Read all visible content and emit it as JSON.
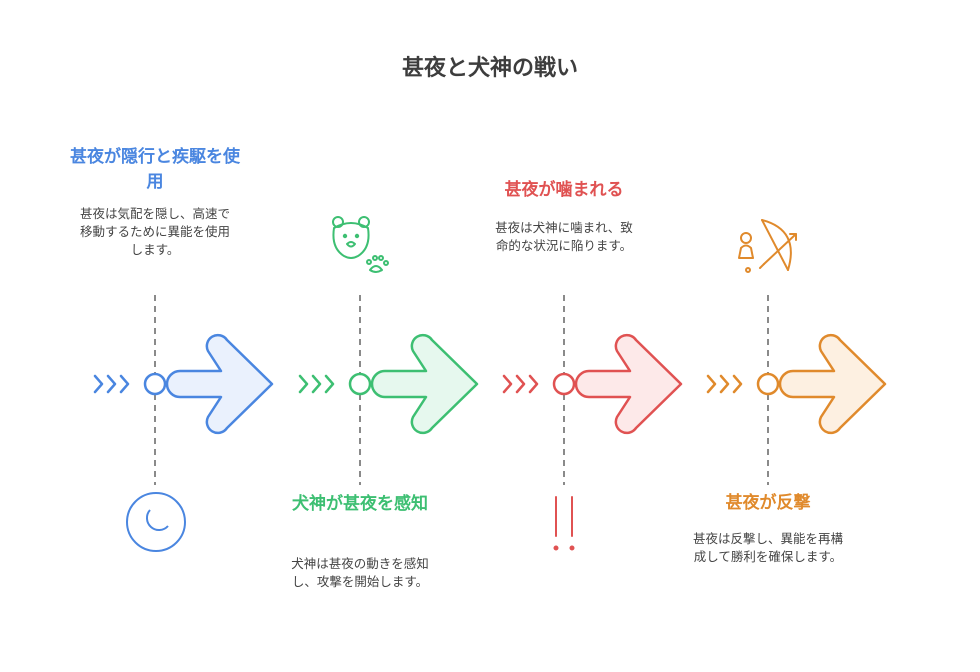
{
  "title": "甚夜と犬神の戦い",
  "colors": {
    "stage1": "#4a86e0",
    "stage2": "#3dbf72",
    "stage3": "#e05252",
    "stage4": "#e08a2c",
    "connector": "#8a8a8a",
    "title": "#3d3d3d",
    "text": "#444444"
  },
  "stages": [
    {
      "heading": "甚夜が隠行と疾駆を使用",
      "description": "甚夜は気配を隠し、高速で移動するために異能を使用します。",
      "icon": "crescent-moon-icon"
    },
    {
      "heading": "犬神が甚夜を感知",
      "description": "犬神は甚夜の動きを感知し、攻撃を開始します。",
      "icon": "bear-face-with-paw-icon"
    },
    {
      "heading": "甚夜が噛まれる",
      "description": "甚夜は犬神に噛まれ、致命的な状況に陥ります。",
      "icon": "exclamation-marks-icon"
    },
    {
      "heading": "甚夜が反撃",
      "description": "甚夜は反撃し、異能を再構成して勝利を確保します。",
      "icon": "bow-and-arrow-icon"
    }
  ]
}
